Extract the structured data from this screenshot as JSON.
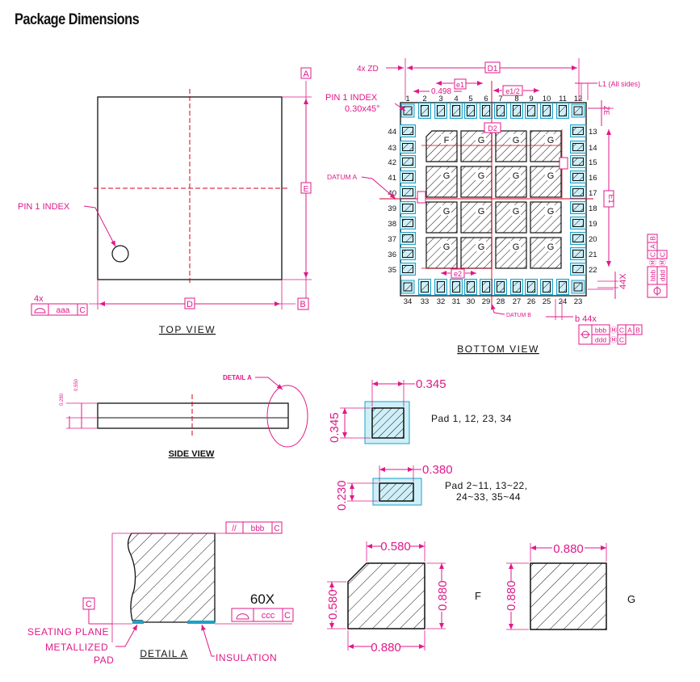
{
  "title": "Package Dimensions",
  "colors": {
    "dimension": "#e0198a",
    "outline": "#111111",
    "pad_ring": "#1aa3c8",
    "centerline": "#d0021b"
  },
  "top_view": {
    "caption": "TOP VIEW",
    "pin1_label": "PIN 1 INDEX",
    "datum_a": "A",
    "datum_b": "B",
    "dim_d": "D",
    "dim_e": "E",
    "count": "4x",
    "flatness_callout": [
      "aaa",
      "C"
    ]
  },
  "bottom_view": {
    "caption": "BOTTOM VIEW",
    "pin1_label": "PIN 1 INDEX",
    "chamfer": "0.30x45°",
    "zd_label": "4x ZD",
    "ze_label": "ZE",
    "pitch": "0.498",
    "e1": "e1",
    "e1_half": "e1/2",
    "d1": "D1",
    "e1_side": "E1",
    "d2": "D2",
    "e2": "e2",
    "l1_label": "L1 (All sides)",
    "datum_a_label": "DATUM A",
    "datum_b_label": "DATUM B",
    "b_label": "b 44x",
    "side_count": "44X",
    "top_pins": [
      "1",
      "2",
      "3",
      "4",
      "5",
      "6",
      "7",
      "8",
      "9",
      "10",
      "11",
      "12"
    ],
    "bottom_pins": [
      "34",
      "33",
      "32",
      "31",
      "30",
      "29",
      "28",
      "27",
      "26",
      "25",
      "24",
      "23"
    ],
    "left_pins": [
      "44",
      "43",
      "42",
      "41",
      "40",
      "39",
      "38",
      "37",
      "36",
      "35"
    ],
    "right_pins": [
      "13",
      "14",
      "15",
      "16",
      "17",
      "18",
      "19",
      "20",
      "21",
      "22"
    ],
    "grid_letters": [
      [
        "F",
        "G",
        "G",
        "G"
      ],
      [
        "G",
        "G",
        "G",
        "G"
      ],
      [
        "G",
        "G",
        "G",
        "G"
      ],
      [
        "G",
        "G",
        "G",
        "G"
      ]
    ],
    "pos_callout_right": [
      [
        "bbb",
        "Ⓜ",
        "C",
        "A",
        "B"
      ],
      [
        "ddd",
        "Ⓜ",
        "C"
      ]
    ],
    "pos_callout_bottom": [
      [
        "bbb",
        "Ⓜ",
        "C",
        "A",
        "B"
      ],
      [
        "ddd",
        "Ⓜ",
        "C"
      ]
    ]
  },
  "side_view": {
    "caption": "SIDE VIEW",
    "dim_small": "0.280",
    "dim_large": "0.550",
    "detail_label": "DETAIL A"
  },
  "detail_a": {
    "caption": "DETAIL A",
    "seating_plane": "SEATING PLANE",
    "metallized": "METALLIZED",
    "pad": "PAD",
    "insulation": "INSULATION",
    "datum_c": "C",
    "count": "60X",
    "parallel_callout": [
      "//",
      "bbb",
      "C"
    ],
    "flatness_callout": [
      "ccc",
      "C"
    ]
  },
  "pad_details": {
    "corner_pad": {
      "width": "0.345",
      "height": "0.345",
      "label": "Pad 1, 12, 23, 34"
    },
    "side_pad": {
      "width": "0.380",
      "height": "0.230",
      "label_line1": "Pad 2~11, 13~22,",
      "label_line2": "24~33, 35~44"
    },
    "pad_f": {
      "top": "0.580",
      "left": "0.580",
      "right": "0.880",
      "bottom": "0.880",
      "label": "F"
    },
    "pad_g": {
      "top": "0.880",
      "left": "0.880",
      "label": "G"
    }
  }
}
